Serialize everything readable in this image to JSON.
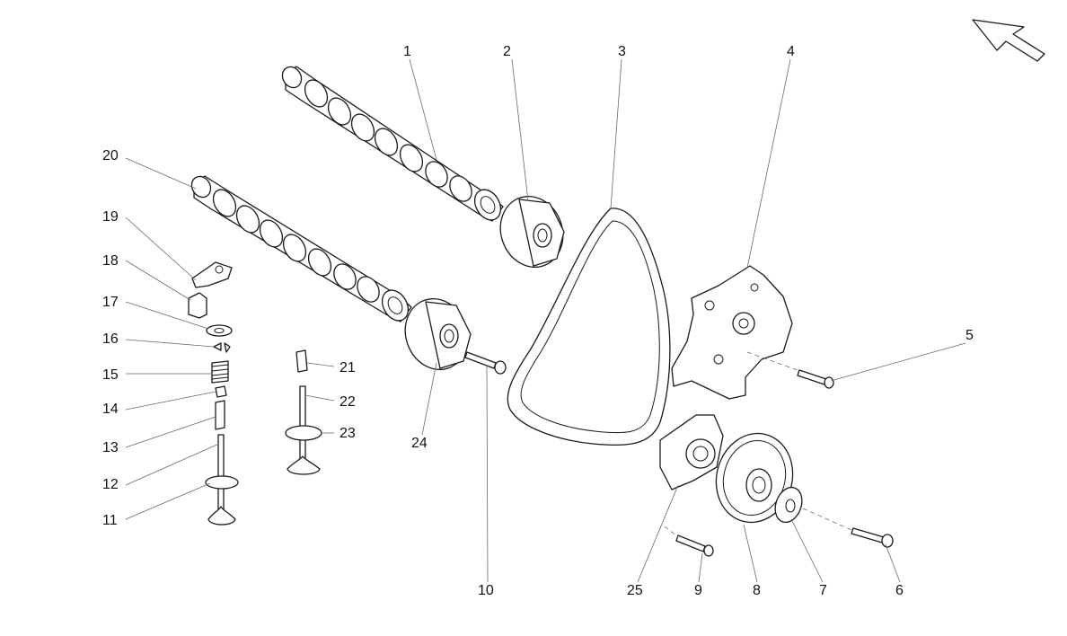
{
  "callouts": [
    {
      "id": "1",
      "text": "1"
    },
    {
      "id": "2",
      "text": "2"
    },
    {
      "id": "3",
      "text": "3"
    },
    {
      "id": "4",
      "text": "4"
    },
    {
      "id": "5",
      "text": "5"
    },
    {
      "id": "6",
      "text": "6"
    },
    {
      "id": "7",
      "text": "7"
    },
    {
      "id": "8",
      "text": "8"
    },
    {
      "id": "9",
      "text": "9"
    },
    {
      "id": "10",
      "text": "10"
    },
    {
      "id": "11",
      "text": "11"
    },
    {
      "id": "12",
      "text": "12"
    },
    {
      "id": "13",
      "text": "13"
    },
    {
      "id": "14",
      "text": "14"
    },
    {
      "id": "15",
      "text": "15"
    },
    {
      "id": "16",
      "text": "16"
    },
    {
      "id": "17",
      "text": "17"
    },
    {
      "id": "18",
      "text": "18"
    },
    {
      "id": "19",
      "text": "19"
    },
    {
      "id": "20",
      "text": "20"
    },
    {
      "id": "21",
      "text": "21"
    },
    {
      "id": "22",
      "text": "22"
    },
    {
      "id": "23",
      "text": "23"
    },
    {
      "id": "24",
      "text": "24"
    },
    {
      "id": "25",
      "text": "25"
    }
  ],
  "icons": {
    "direction_arrow": "arrow-up-left-icon"
  }
}
